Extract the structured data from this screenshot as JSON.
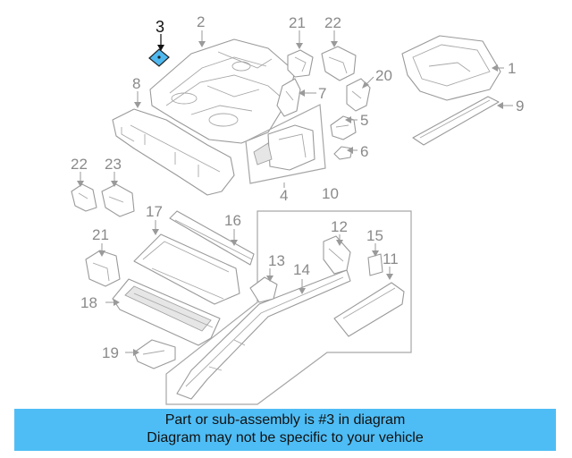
{
  "callouts": {
    "c1": "1",
    "c2": "2",
    "c3": "3",
    "c4": "4",
    "c5": "5",
    "c6": "6",
    "c7": "7",
    "c8": "8",
    "c9": "9",
    "c10": "10",
    "c11": "11",
    "c12": "12",
    "c13": "13",
    "c14": "14",
    "c15": "15",
    "c16": "16",
    "c17": "17",
    "c18": "18",
    "c19": "19",
    "c20": "20",
    "c21a": "21",
    "c21b": "21",
    "c22a": "22",
    "c22b": "22",
    "c23": "23"
  },
  "highlight": {
    "part_number": "3",
    "color": "#4fb8ee"
  },
  "banner": {
    "line1": "Part or sub-assembly is #3 in diagram",
    "line2": "Diagram may not be specific to your vehicle",
    "background": "#4fbdf5"
  }
}
